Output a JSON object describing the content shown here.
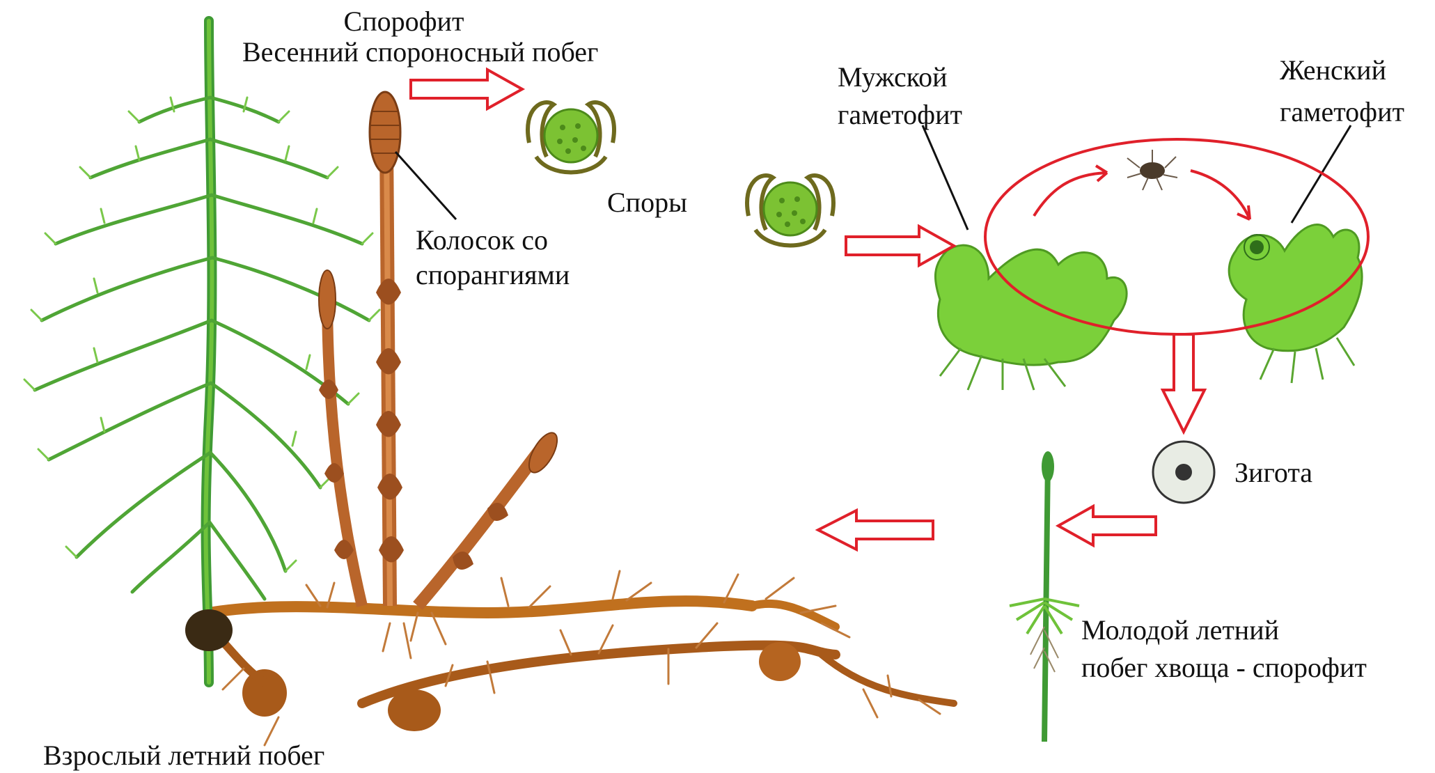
{
  "colors": {
    "arrow_red": "#e0202a",
    "stem_green": "#3f9a34",
    "leaf_green": "#6fc23a",
    "rhizome": "#c0701e",
    "cone": "#b9652b",
    "text": "#111111"
  },
  "labels": {
    "sporophyte": "Спорофит",
    "spring_shoot": "Весенний спороносный побег",
    "spores": "Споры",
    "spikelet_line1": "Колосок со",
    "spikelet_line2": "спорангиями",
    "male_line1": "Мужской",
    "male_line2": "гаметофит",
    "female_line1": "Женский",
    "female_line2": "гаметофит",
    "zygote": "Зигота",
    "young_line1": "Молодой летний",
    "young_line2": "побег хвоща - спорофит",
    "adult_shoot": "Взрослый летний побег"
  }
}
